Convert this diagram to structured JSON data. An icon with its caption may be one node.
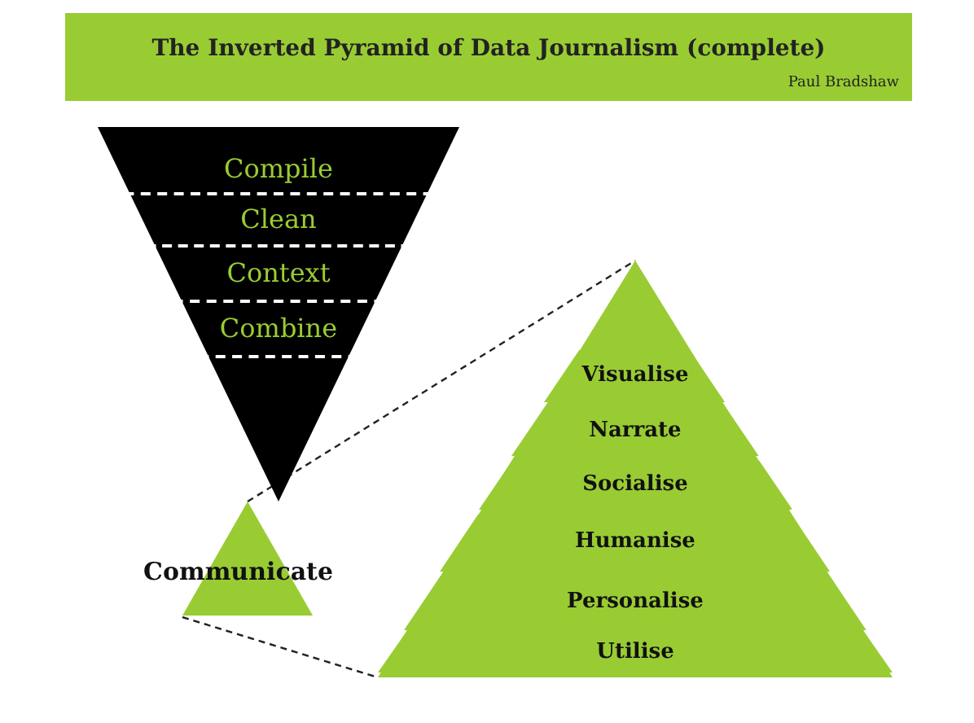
{
  "diagram": {
    "title": "The Inverted Pyramid of Data Journalism (complete)",
    "nodes": [
      {
        "text": [],
        "shape": "triangle"
      },
      {
        "text": [
          "Compile"
        ],
        "in": 0
      },
      {
        "text": [
          "Clean"
        ],
        "in": 0
      },
      {
        "text": [
          "Context"
        ],
        "in": 0
      },
      {
        "text": [
          "Combine"
        ],
        "in": 0
      },
      {
        "text": [
          "Communicate"
        ]
      },
      {
        "text": [],
        "shape": "triangle"
      },
      {
        "text": [
          "Visualise"
        ],
        "in": 6
      },
      {
        "text": [
          "Narrate"
        ],
        "in": 6
      },
      {
        "text": [
          "Socialise"
        ],
        "in": 6
      },
      {
        "text": [
          "Humanise"
        ],
        "in": 6
      },
      {
        "text": [
          "Personalise"
        ],
        "in": 6
      },
      {
        "text": [
          "Utilise"
        ],
        "in": 6
      }
    ],
    "edges": [
      {
        "from": 5,
        "to": 6,
        "arrow": "none",
        "style": "dashed"
      },
      {
        "from": 5,
        "to": 6,
        "arrow": "none",
        "style": "dashed"
      }
    ],
    "labels": [
      "Paul Bradshaw"
    ]
  }
}
